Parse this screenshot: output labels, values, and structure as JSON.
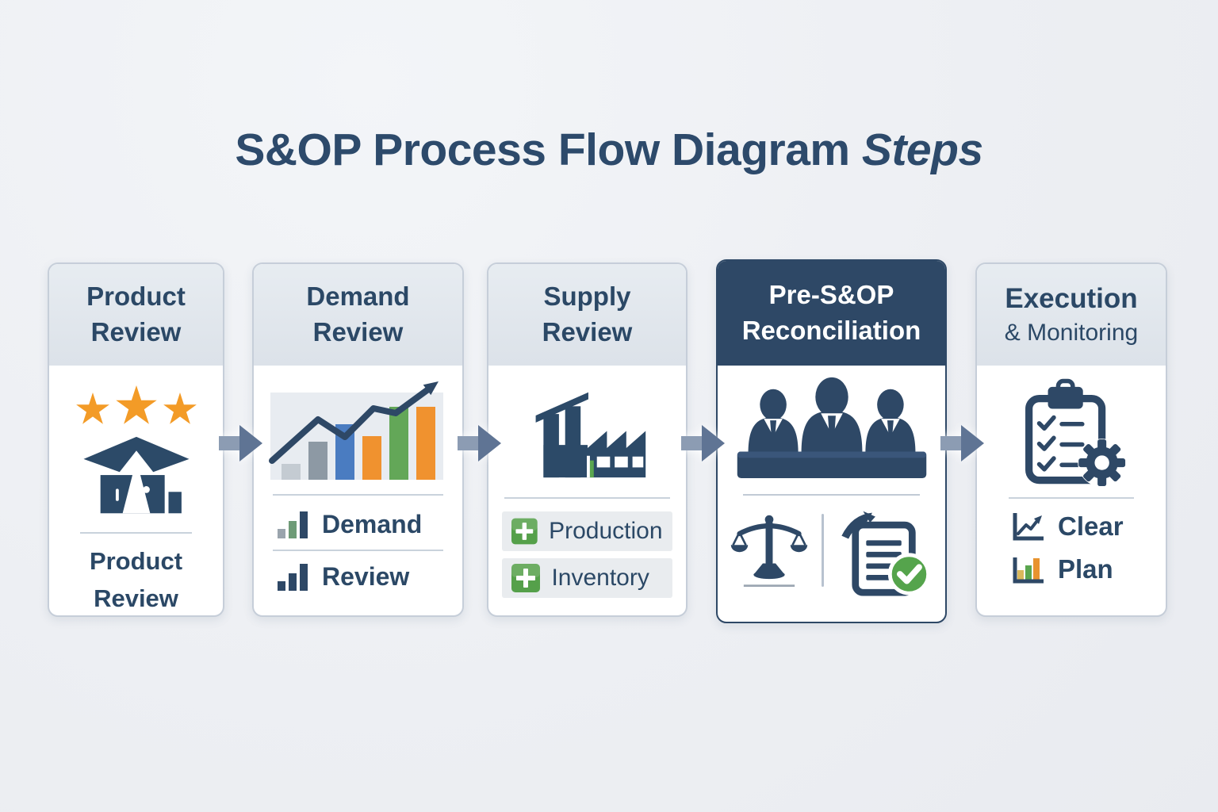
{
  "title": {
    "text": "S&OP Process Flow Diagram ",
    "emphasis": "Steps"
  },
  "steps": [
    {
      "id": "product-review",
      "header": [
        "Product",
        "Review"
      ],
      "footer": [
        "Product",
        "Review"
      ],
      "icons": [
        "three-stars-icon",
        "open-box-icon"
      ]
    },
    {
      "id": "demand-review",
      "header": [
        "Demand",
        "Review"
      ],
      "rows": [
        {
          "icon": "mini-bar-chart-mixed-icon",
          "label": "Demand"
        },
        {
          "icon": "mini-bar-chart-navy-icon",
          "label": "Review"
        }
      ],
      "icons": [
        "trend-bar-chart-icon"
      ]
    },
    {
      "id": "supply-review",
      "header": [
        "Supply",
        "Review"
      ],
      "rows": [
        {
          "icon": "green-plus-icon",
          "label": "Production"
        },
        {
          "icon": "green-plus-icon",
          "label": "Inventory"
        }
      ],
      "icons": [
        "factory-icon"
      ]
    },
    {
      "id": "pre-sop-reconciliation",
      "header": [
        "Pre-S&OP",
        "Reconciliation"
      ],
      "variant": "dark",
      "icons": [
        "meeting-people-icon",
        "balance-scales-icon",
        "approved-document-icon"
      ]
    },
    {
      "id": "execution-monitoring",
      "header": [
        "Execution",
        "& Monitoring"
      ],
      "rows": [
        {
          "icon": "line-chart-icon",
          "label": "Clear"
        },
        {
          "icon": "bar-chart-icon",
          "label": "Plan"
        }
      ],
      "icons": [
        "clipboard-gear-icon"
      ]
    }
  ],
  "chart_data": {
    "type": "bar",
    "note": "decorative mini chart inside Demand Review card",
    "values_pct": [
      18,
      44,
      64,
      50,
      84,
      84
    ],
    "bar_colors": [
      "#c4cbd2",
      "#8d99a4",
      "#4a7cc1",
      "#f0922f",
      "#63a758",
      "#f0922f"
    ],
    "trend_line": "rising zigzag with arrowhead"
  },
  "colors": {
    "background": "#edeff3",
    "navy": "#2e4866",
    "title_text": "#2d4a6b",
    "header_bg_light": "#e0e6ec",
    "card_border": "#c6ced9",
    "star_orange": "#f39b27",
    "green": "#5aa64f",
    "check_green": "#55a44c",
    "arrow_tail": "#8c9cb3",
    "arrow_head": "#5f7494",
    "row_bg": "#e9ecef"
  }
}
